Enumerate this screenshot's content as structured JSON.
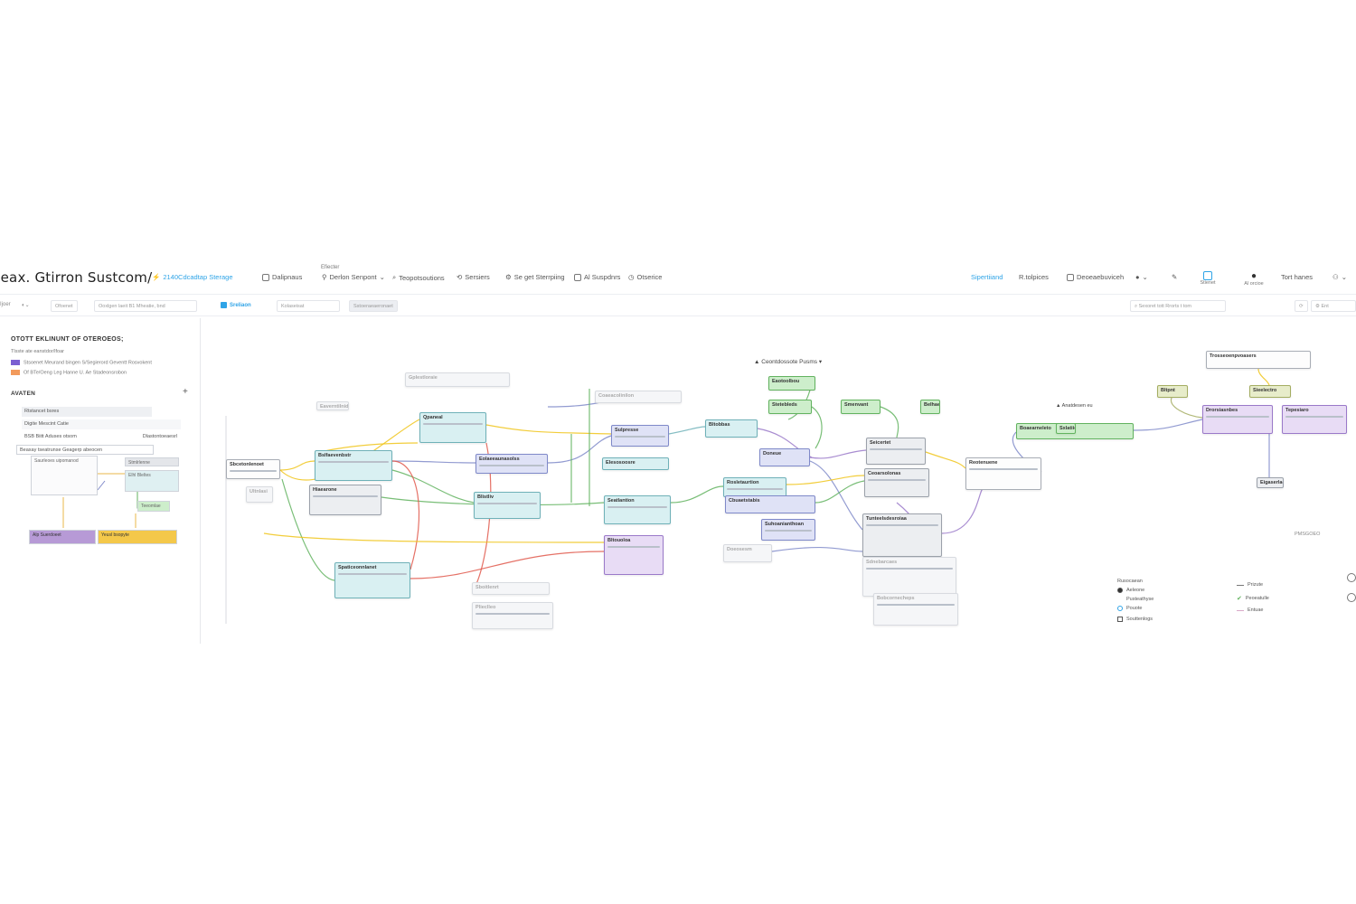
{
  "header": {
    "app_title": "Jeax. Gtirron Sustcom/",
    "accent_tab": "2140Cdcadtap Sterage",
    "mini_label": "Efiecter",
    "menu": [
      "Dalipnaus",
      "Derlon Senpont",
      "Teopotsoutions",
      "Sersiers",
      "Se get Sterrpiing",
      "Al Suspdnrs",
      "Otserice"
    ],
    "right_items": [
      "Sipertiiand",
      "R.tolpices",
      "Deoeaebuviceh"
    ],
    "icon_btn_1": "Stienet",
    "icon_btn_2": "Al orcioe",
    "user_label": "Tort hanes"
  },
  "subbar": {
    "left_items": [
      "Ijoer",
      "Ofoenet",
      "Ooxlgen laeit B1 Mheatie, bnd"
    ],
    "tab_label": "Sreliaon",
    "tab_search": "Kolaseisat",
    "tab_chip": "Sstoeraeaeronaet",
    "search_placeholder": "Sexoret tott Rrorts t tom",
    "right_btn": "Ent"
  },
  "sidebar": {
    "heading": "OTOTT EKLINUNT OF OTEROEOS;",
    "sub_line": "Tlsste ate eanstdor/lfoar",
    "legend": [
      {
        "label": "Stsoenet Meurand bingen S/Segierord Geventt Rosvokent",
        "color": "#7b5fd1"
      },
      {
        "label": "Of BTe/Oeng Leg Hanne U. Ae Stadeonsrobon",
        "color": "#f29a5c"
      }
    ],
    "section": "AVATEN",
    "rows": [
      "Rtstancet bsres",
      "Digite Mescint Catie",
      "BSB Biitt Aduses otsom",
      "Beaxay tseatrunse Geagerp abeocen"
    ],
    "row3_right": "Dlastontoeaesrl",
    "mini_nodes": [
      "Saurleoes uipomanod",
      "Stmlrlenne",
      "Elhl Bleltes",
      "Teeomlae",
      "Alp Suerdoeet",
      "Yeusl bsopyte"
    ]
  },
  "canvas": {
    "top_label": "Ceontdossote Pusms",
    "right_label": "Anatdesen eu",
    "corner_label": "PMSGOEO",
    "nodes": [
      "Gplestloraie",
      "Eaverntilnid otocerlinoasted",
      "Qpaneal",
      "Sbcetonlenoet",
      "Ultnlasi",
      "Bslfaevenbstr",
      "Hiaearone",
      "Eolaeeaunasolss",
      "Blistliv",
      "Coaeacolinilon",
      "Sulpresse",
      "Elesosoosre",
      "Seatlantion",
      "Bltouoloa",
      "Spaticeonnlanet",
      "Sboitlenrt",
      "Plieclleo",
      "Bltobbas",
      "Rosletaurtion",
      "Cbuaetstabis",
      "Doneue",
      "Suhoanianthoan",
      "Doeosesm",
      "Eaotoolbou",
      "Stetebleds",
      "Smenvant",
      "Belhaertoe",
      "Seicertet",
      "Ceoarsolonas",
      "Tunteelsdesroiaa",
      "Sdnebarcaes",
      "Bobcornecheps",
      "Reotenuene",
      "Boaearneleto",
      "Bltpnt",
      "Trosseoenpvoasers",
      "Sieelectro",
      "Drorsiasnbes",
      "Tepesiaro",
      "Eigaserlac",
      "Sxlatiion"
    ],
    "legend_left": [
      "Rusocaean",
      "Aeleone",
      "Pusteathyse",
      "Pouote",
      "Souttenlogs"
    ],
    "legend_right": [
      "Prizute",
      "Peoeatulle",
      "Entuae"
    ]
  },
  "colors": {
    "accent": "#2fa4e7",
    "teal": "#6fb1b8",
    "blue": "#7f89c9",
    "green": "#62b35f",
    "purple": "#9a79c9",
    "yellow": "#f0c419",
    "red": "#e0584b",
    "olive": "#a4ad62"
  }
}
